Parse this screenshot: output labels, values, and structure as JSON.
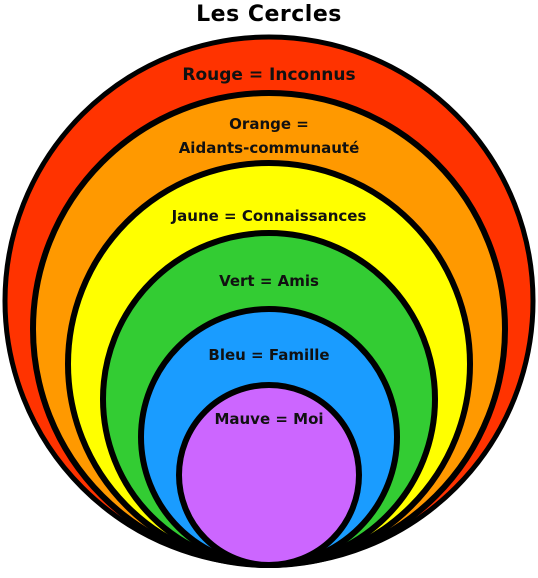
{
  "title": "Les Cercles",
  "circles": [
    {
      "id": "rouge",
      "color": "#ff3300",
      "lines": [
        "Rouge = Inconnus"
      ]
    },
    {
      "id": "orange",
      "color": "#ff9900",
      "lines": [
        "Orange =",
        "Aidants-communauté"
      ]
    },
    {
      "id": "jaune",
      "color": "#ffff00",
      "lines": [
        "Jaune = Connaissances"
      ]
    },
    {
      "id": "vert",
      "color": "#33cc33",
      "lines": [
        "Vert = Amis"
      ]
    },
    {
      "id": "bleu",
      "color": "#1a9cff",
      "lines": [
        "Bleu = Famille"
      ]
    },
    {
      "id": "mauve",
      "color": "#cc66ff",
      "lines": [
        "Mauve = Moi"
      ]
    }
  ],
  "outline_color": "#000000"
}
